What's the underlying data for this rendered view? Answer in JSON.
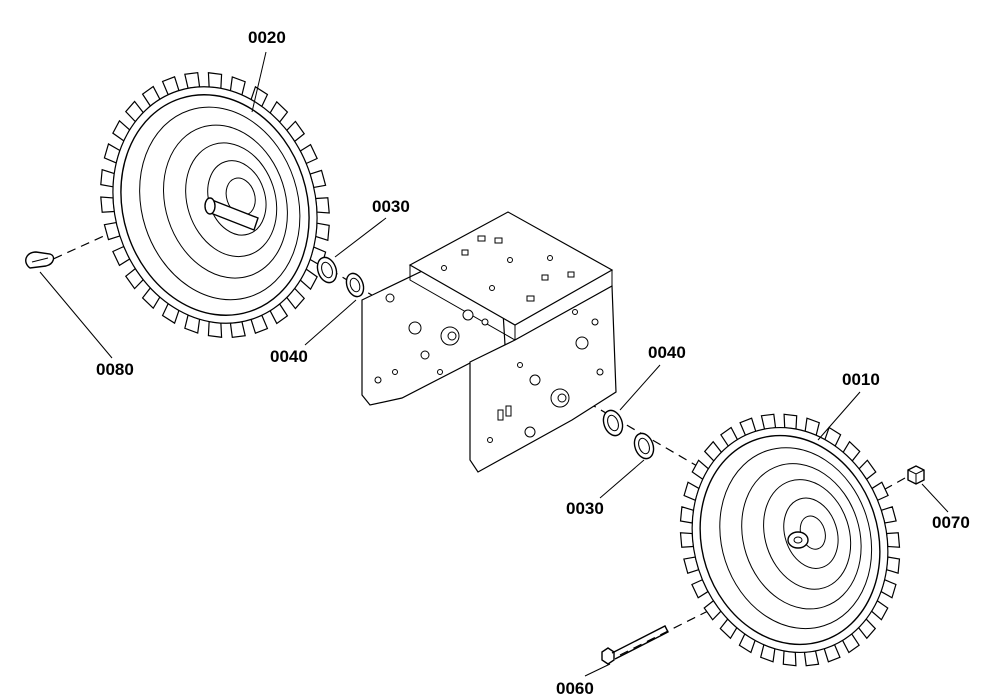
{
  "diagram": {
    "callouts": {
      "p0020": "0020",
      "p0030_top": "0030",
      "p0040_top": "0040",
      "p0080": "0080",
      "p0040_bottom": "0040",
      "p0010": "0010",
      "p0030_bottom": "0030",
      "p0070": "0070",
      "p0060": "0060"
    }
  }
}
